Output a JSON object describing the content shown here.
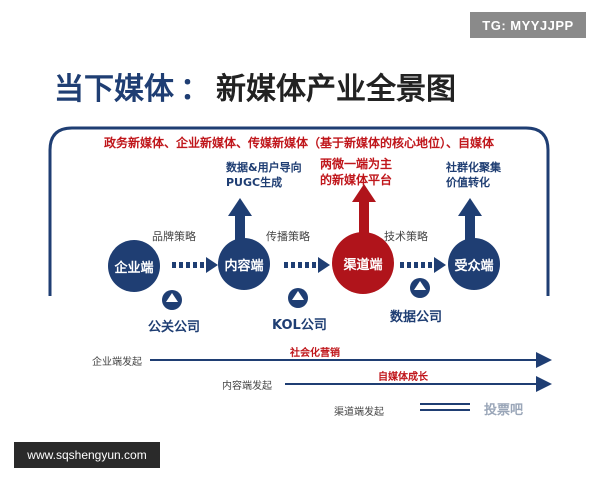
{
  "watermark_tag": "TG: MYYJJPP",
  "title": {
    "main": "当下媒体",
    "colon": "：",
    "rest": "新媒体产业全景图"
  },
  "top_banner": "政务新媒体、企业新媒体、传媒新媒体（基于新媒体的核心地位）、自媒体",
  "upper_notes": {
    "content_driven": [
      "数据&用户导向",
      "PUGC生成"
    ],
    "channel_platform": [
      "两微一端为主",
      "的新媒体平台"
    ],
    "community": [
      "社群化聚集",
      "价值转化"
    ]
  },
  "nodes": [
    {
      "label": "企业端",
      "color": "#1f3e73"
    },
    {
      "label": "内容端",
      "color": "#1f3e73"
    },
    {
      "label": "渠道端",
      "color": "#b0141b"
    },
    {
      "label": "受众端",
      "color": "#1f3e73"
    }
  ],
  "strategies": [
    "品牌策略",
    "传播策略",
    "技术策略"
  ],
  "companies": [
    "公关公司",
    "KOL公司",
    "数据公司"
  ],
  "timeline": {
    "starts": [
      "企业端发起",
      "内容端发起",
      "渠道端发起"
    ],
    "tracks": [
      "社会化营销",
      "自媒体成长"
    ]
  },
  "corner_mark": "投票吧",
  "site_watermark": "www.sqshengyun.com",
  "colors": {
    "navy": "#1f3e73",
    "red": "#b0141b",
    "accent_red": "#c0171c"
  }
}
